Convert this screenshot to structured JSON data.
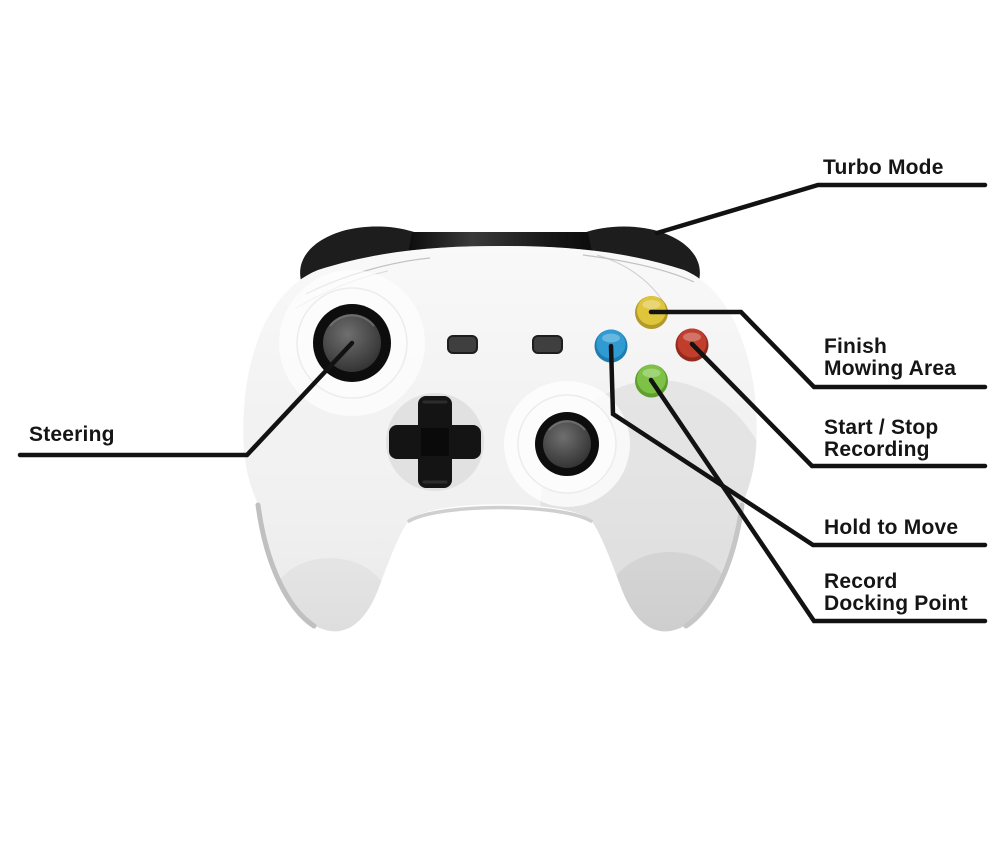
{
  "diagram": {
    "subject": "wireless game controller function mapping",
    "background": "#ffffff",
    "line_color": "#121212",
    "text_color": "#151515",
    "labels": {
      "turbo_mode": {
        "line1": "Turbo Mode",
        "points_to": "shoulder-bumper"
      },
      "finish_mowing_area": {
        "line1": "Finish",
        "line2": "Mowing Area",
        "points_to": "yellow-y-button"
      },
      "start_stop_recording": {
        "line1": "Start / Stop",
        "line2": "Recording",
        "points_to": "red-b-button"
      },
      "hold_to_move": {
        "line1": "Hold to Move",
        "points_to": "blue-x-button"
      },
      "record_docking_point": {
        "line1": "Record",
        "line2": "Docking Point",
        "points_to": "green-a-button"
      },
      "steering": {
        "line1": "Steering",
        "points_to": "left-analog-stick"
      }
    },
    "controller": {
      "body_color": "#f2f2f2",
      "bumper_color": "#1d1d1d",
      "dpad_color": "#141414",
      "buttons": {
        "y": {
          "face": "#dfc53c",
          "rim": "#b3992a"
        },
        "x": {
          "face": "#2f9bd2",
          "rim": "#1f7cae"
        },
        "b": {
          "face": "#c13e2d",
          "rim": "#932a1e"
        },
        "a": {
          "face": "#7dc246",
          "rim": "#5f9e2f"
        }
      }
    }
  }
}
